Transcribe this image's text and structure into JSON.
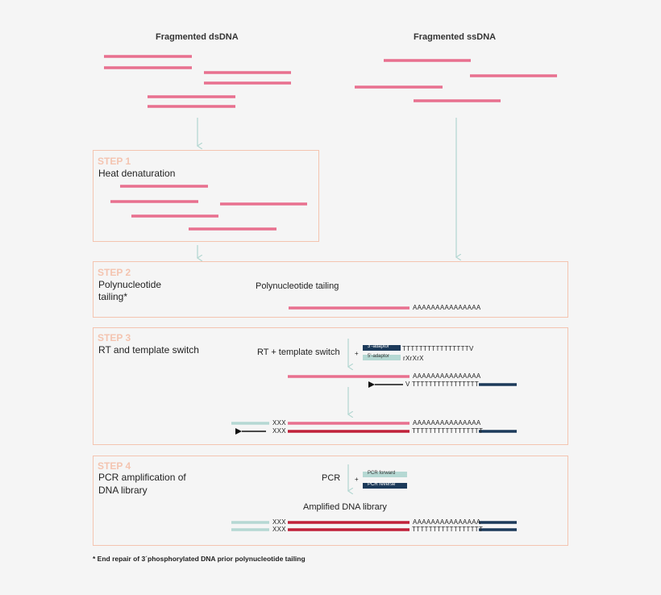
{
  "headers": {
    "dsdna": "Fragmented dsDNA",
    "ssdna": "Fragmented ssDNA"
  },
  "steps": [
    {
      "step": "STEP 1",
      "label": "Heat denaturation"
    },
    {
      "step": "STEP 2",
      "label_line1": "Polynucleotide",
      "label_line2": "tailing*"
    },
    {
      "step": "STEP 3",
      "label": "RT and template switch"
    },
    {
      "step": "STEP 4",
      "label_line1": "PCR amplification of",
      "label_line2": "DNA library"
    }
  ],
  "step2_center": "Polynucleotide tailing",
  "step3_center": "RT + template switch",
  "step4_center": "PCR",
  "amplified_label": "Amplified DNA library",
  "plus": "+",
  "adapters": {
    "adaptor3": "3'-adaptor",
    "adaptor5": "5'-adaptor",
    "pcr_forward": "PCR forward",
    "pcr_reverse": "PCR reverse"
  },
  "sequences": {
    "polyA": "AAAAAAAAAAAAAAA",
    "polyT_v_end": "TTTTTTTTTTTTTTTTV",
    "v_polyT": "V TTTTTTTTTTTTTTTT",
    "polyT": "TTTTTTTTTTTTTTTTT",
    "rxrxrx": "rXrXrX",
    "xxx": "XXX"
  },
  "footnote": "* End repair of 3´phosphorylated DNA prior polynucleotide tailing",
  "colors": {
    "pink": "#e8708f",
    "crimson": "#c0213a",
    "navy": "#1c3a5a",
    "teal": "#b5d8d3",
    "arrow": "#b5d8d3",
    "box_border": "#f4c4b0"
  }
}
